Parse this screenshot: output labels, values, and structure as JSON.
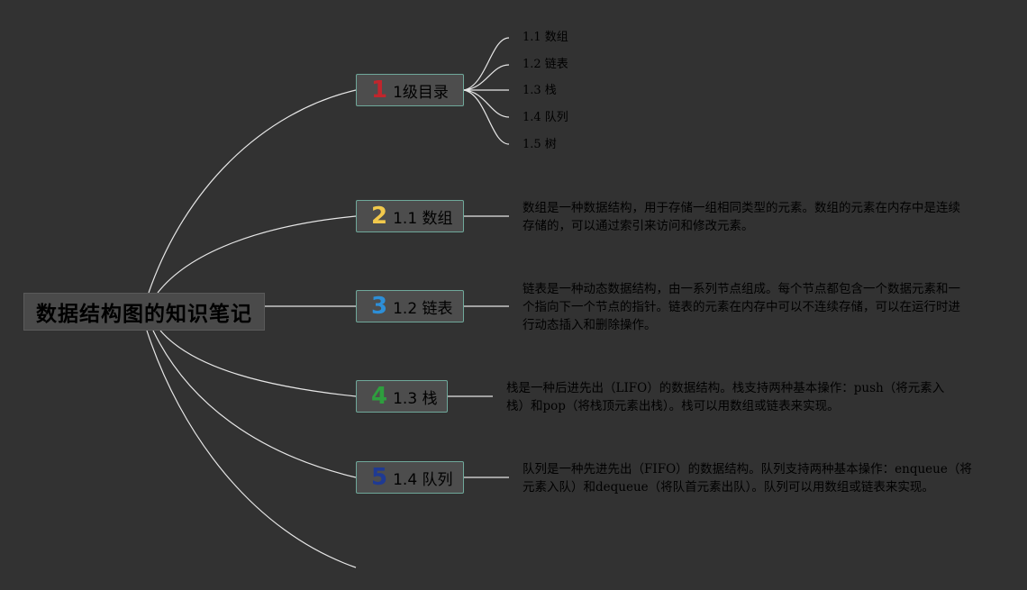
{
  "root": {
    "title": "数据结构图的知识笔记"
  },
  "branches": [
    {
      "badge": "1",
      "badge_color": "#c0262d",
      "label": "1级目录",
      "children": [
        "1.1 数组",
        "1.2 链表",
        "1.3 栈",
        "1.4 队列",
        "1.5 树"
      ]
    },
    {
      "badge": "2",
      "badge_color": "#f2c94c",
      "label": "1.1 数组",
      "description": "数组是一种数据结构，用于存储一组相同类型的元素。数组的元素在内存中是连续存储的，可以通过索引来访问和修改元素。"
    },
    {
      "badge": "3",
      "badge_color": "#2d8fd8",
      "label": "1.2 链表",
      "description": "链表是一种动态数据结构，由一系列节点组成。每个节点都包含一个数据元素和一个指向下一个节点的指针。链表的元素在内存中可以不连续存储，可以在运行时进行动态插入和删除操作。"
    },
    {
      "badge": "4",
      "badge_color": "#2e9e3e",
      "label": "1.3 栈",
      "description": "栈是一种后进先出（LIFO）的数据结构。栈支持两种基本操作：push（将元素入栈）和pop（将栈顶元素出栈）。栈可以用数组或链表来实现。"
    },
    {
      "badge": "5",
      "badge_color": "#1f3a93",
      "label": "1.4 队列",
      "description": "队列是一种先进先出（FIFO）的数据结构。队列支持两种基本操作：enqueue（将元素入队）和dequeue（将队首元素出队）。队列可以用数组或链表来实现。"
    }
  ]
}
